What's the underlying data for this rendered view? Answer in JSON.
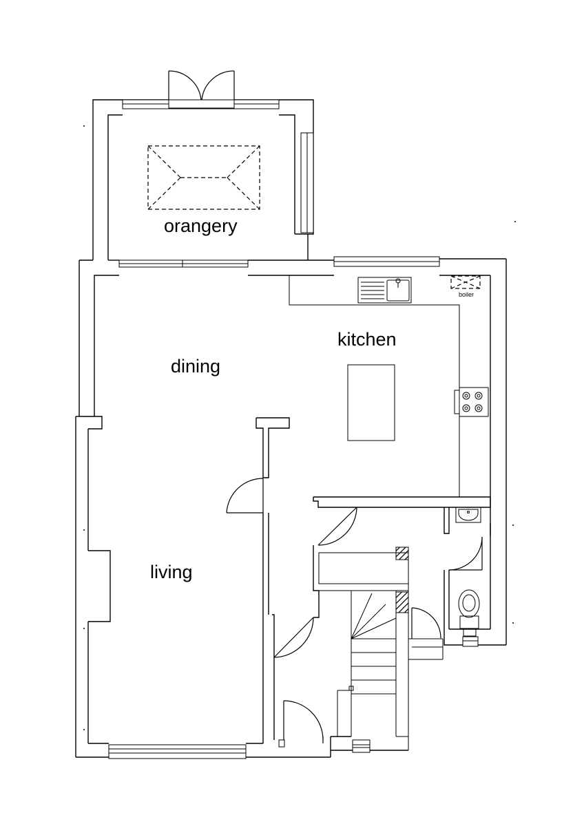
{
  "rooms": {
    "orangery": "orangery",
    "dining": "dining",
    "kitchen": "kitchen",
    "living": "living",
    "boiler": "boiler"
  },
  "colors": {
    "line": "#000000",
    "background": "#ffffff"
  }
}
